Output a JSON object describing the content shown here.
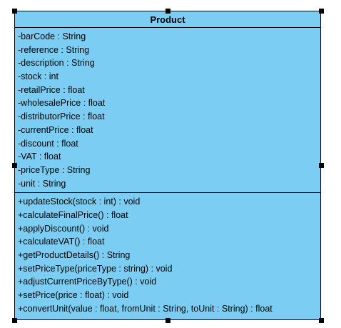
{
  "class_box": {
    "name": "Product",
    "attributes": [
      "-barCode : String",
      "-reference : String",
      "-description : String",
      "-stock : int",
      "-retailPrice : float",
      "-wholesalePrice : float",
      "-distributorPrice : float",
      "-currentPrice : float",
      "-discount : float",
      "-VAT : float",
      "-priceType : String",
      "-unit : String"
    ],
    "operations": [
      "+updateStock(stock : int) : void",
      "+calculateFinalPrice() : float",
      "+applyDiscount() : void",
      "+calculateVAT() : float",
      "+getProductDetails() : String",
      "+setPriceType(priceType : string) : void",
      "+adjustCurrentPriceByType() : void",
      "+setPrice(price : float) : void",
      "+convertUnit(value : float, fromUnit : String, toUnit : String) : float"
    ]
  },
  "colors": {
    "fill": "#7bcdf4",
    "border": "#000000",
    "handle": "#000000"
  }
}
